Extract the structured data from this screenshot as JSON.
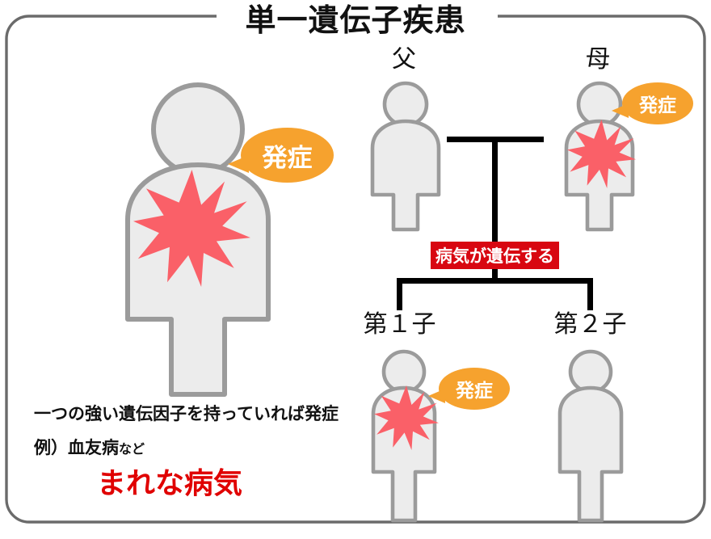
{
  "title": "単一遺伝子疾患",
  "colors": {
    "frame_border": "#6B6B6B",
    "person_fill": "#ECECEC",
    "person_stroke": "#9B9B9B",
    "burst_red": "#FA6068",
    "bubble_orange": "#F6A22E",
    "banner_red": "#D80711",
    "banner_text": "#FFFFFF",
    "rare_text_red": "#E00000",
    "line_black": "#000000",
    "background": "#FFFFFF"
  },
  "left_panel": {
    "figure_name": "affected-individual",
    "bubble_label": "発症",
    "has_burst": true,
    "notes": [
      "一つの強い遺伝因子を持っていれば発症",
      "例）血友病",
      "など"
    ],
    "note_main": "一つの強い遺伝因子を持っていれば発症",
    "note_example_main": "例）血友病",
    "note_example_suffix": "など",
    "conclusion": "まれな病気"
  },
  "pedigree": {
    "banner_label": "病気が遺伝する",
    "father": {
      "label": "父",
      "has_burst": false,
      "bubble_label": null
    },
    "mother": {
      "label": "母",
      "has_burst": true,
      "bubble_label": "発症"
    },
    "child1": {
      "label": "第１子",
      "has_burst": true,
      "bubble_label": "発症"
    },
    "child2": {
      "label": "第２子",
      "has_burst": false,
      "bubble_label": null
    }
  }
}
